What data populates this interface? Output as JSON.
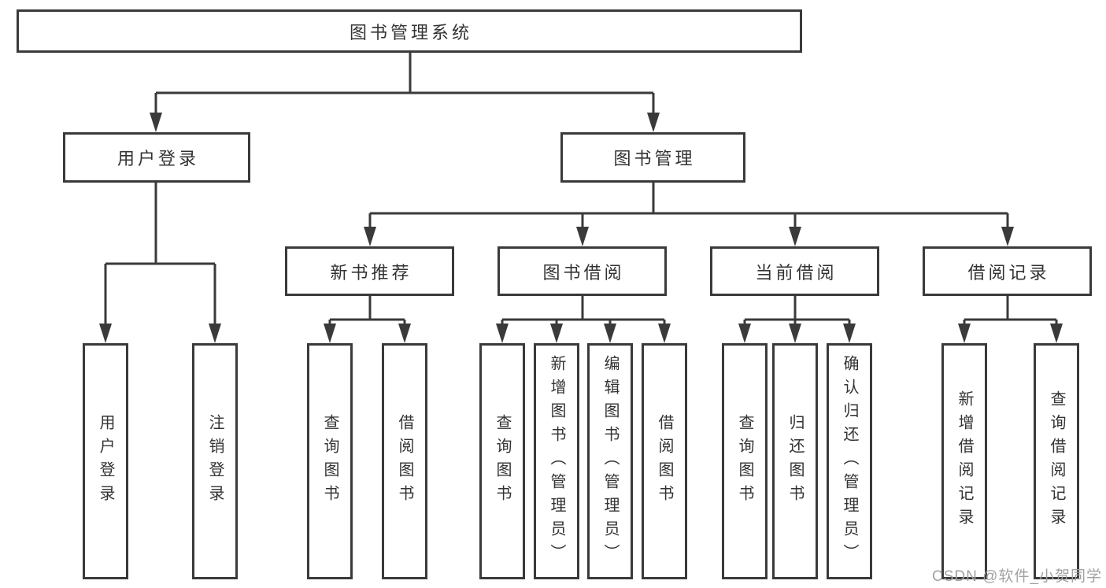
{
  "tree": {
    "root": "图书管理系统",
    "children": [
      {
        "label": "用户登录",
        "children": [
          "用户登录",
          "注销登录"
        ]
      },
      {
        "label": "图书管理",
        "children": [
          {
            "label": "新书推荐",
            "children": [
              "查询图书",
              "借阅图书"
            ]
          },
          {
            "label": "图书借阅",
            "children": [
              "查询图书",
              "新增图书（管理员）",
              "编辑图书（管理员）",
              "借阅图书"
            ]
          },
          {
            "label": "当前借阅",
            "children": [
              "查询图书",
              "归还图书",
              "确认归还（管理员）"
            ]
          },
          {
            "label": "借阅记录",
            "children": [
              "新增借阅记录",
              "查询借阅记录"
            ]
          }
        ]
      }
    ]
  },
  "watermark": "CSDN @软件_小贺同学",
  "colors": {
    "line": "#3a3a3a",
    "text": "#333333",
    "watermark": "#a2a2a2",
    "background": "#ffffff"
  }
}
